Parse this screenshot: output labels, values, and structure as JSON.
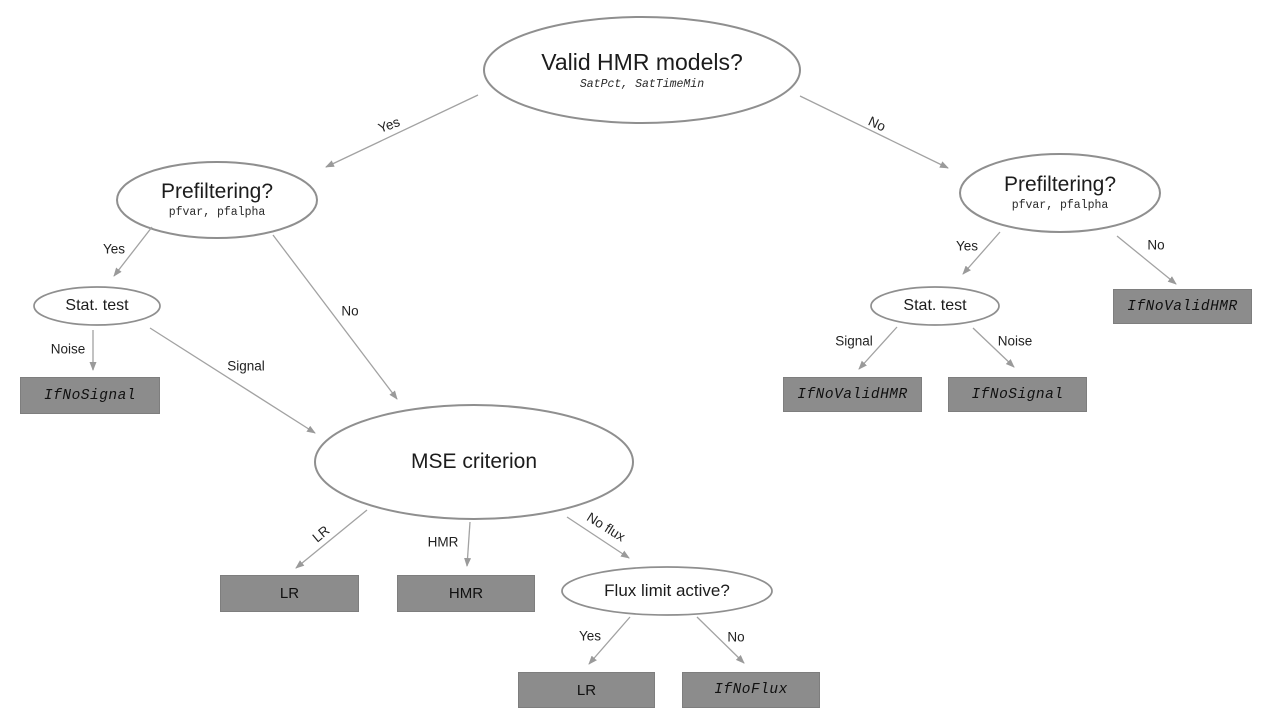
{
  "diagram": {
    "nodes": {
      "valid_hmr": {
        "title": "Valid HMR models?",
        "subtitle": "SatPct, SatTimeMin"
      },
      "prefiltering_left": {
        "title": "Prefiltering?",
        "subtitle": "pfvar, pfalpha"
      },
      "prefiltering_right": {
        "title": "Prefiltering?",
        "subtitle": "pfvar, pfalpha"
      },
      "stat_test_left": {
        "title": "Stat. test"
      },
      "stat_test_right": {
        "title": "Stat. test"
      },
      "mse_criterion": {
        "title": "MSE criterion"
      },
      "flux_limit": {
        "title": "Flux limit active?"
      }
    },
    "boxes": {
      "if_no_signal_left": {
        "label": "IfNoSignal"
      },
      "lr_mid": {
        "label": "LR"
      },
      "hmr_mid": {
        "label": "HMR"
      },
      "lr_bottom": {
        "label": "LR"
      },
      "if_no_flux": {
        "label": "IfNoFlux"
      },
      "if_no_valid_hmr_right": {
        "label": "IfNoValidHMR"
      },
      "if_no_valid_hmr_bottom": {
        "label": "IfNoValidHMR"
      },
      "if_no_signal_right": {
        "label": "IfNoSignal"
      }
    },
    "edge_labels": {
      "yes_top_left": "Yes",
      "no_top_right": "No",
      "yes_left_pref": "Yes",
      "no_left_pref": "No",
      "noise_left": "Noise",
      "signal_left": "Signal",
      "lr_edge": "LR",
      "hmr_edge": "HMR",
      "no_flux_edge": "No flux",
      "yes_flux": "Yes",
      "no_flux_right": "No",
      "yes_right_pref": "Yes",
      "no_right_pref": "No",
      "signal_right": "Signal",
      "noise_right": "Noise"
    },
    "colors": {
      "ellipse_stroke": "#8f8f8f",
      "line": "#a2a2a2",
      "arrowhead": "#9a9a9a",
      "box_fill": "#8c8c8c",
      "text": "#1c1c1c"
    }
  }
}
